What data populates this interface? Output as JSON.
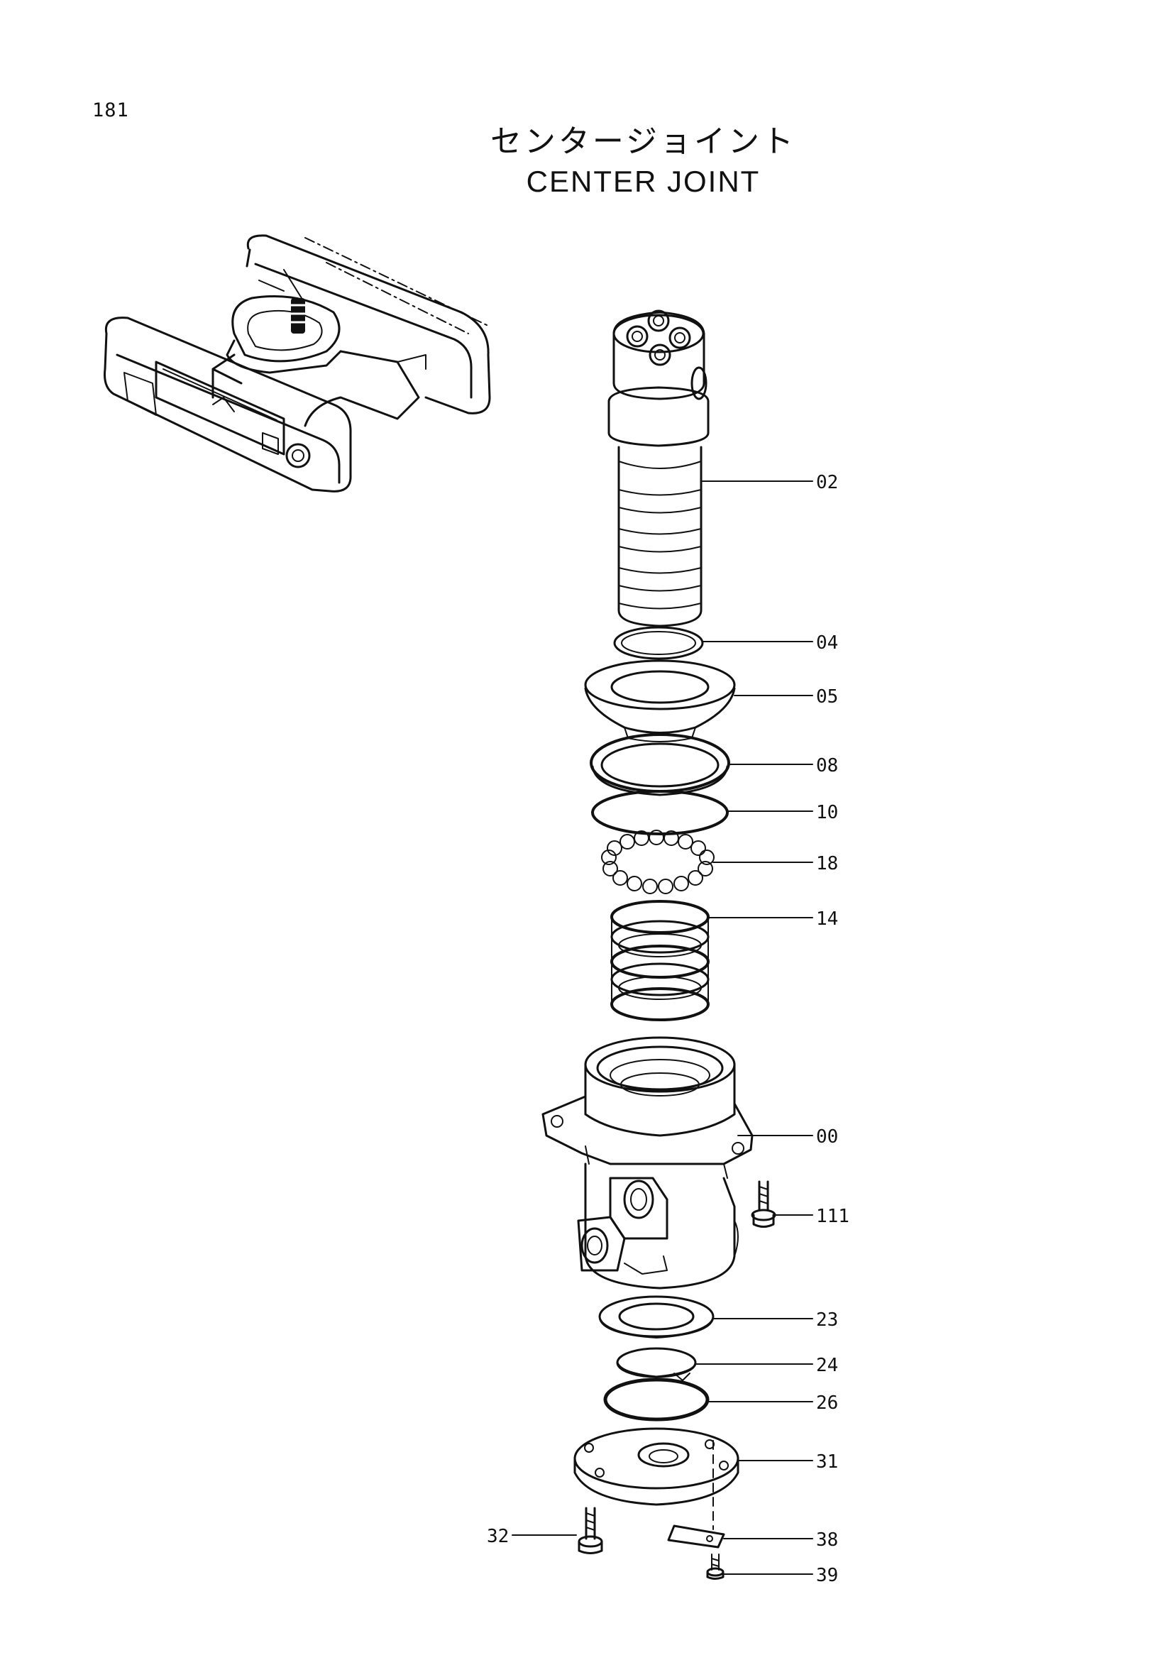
{
  "page": {
    "number": "181",
    "title_jp": "センタージョイント",
    "title_en": "CENTER JOINT"
  },
  "callouts": [
    {
      "id": "02"
    },
    {
      "id": "04"
    },
    {
      "id": "05"
    },
    {
      "id": "08"
    },
    {
      "id": "10"
    },
    {
      "id": "18"
    },
    {
      "id": "14"
    },
    {
      "id": "00"
    },
    {
      "id": "111"
    },
    {
      "id": "23"
    },
    {
      "id": "24"
    },
    {
      "id": "26"
    },
    {
      "id": "31"
    },
    {
      "id": "32"
    },
    {
      "id": "38"
    },
    {
      "id": "39"
    }
  ],
  "colors": {
    "line": "#111111",
    "paper": "#ffffff"
  }
}
